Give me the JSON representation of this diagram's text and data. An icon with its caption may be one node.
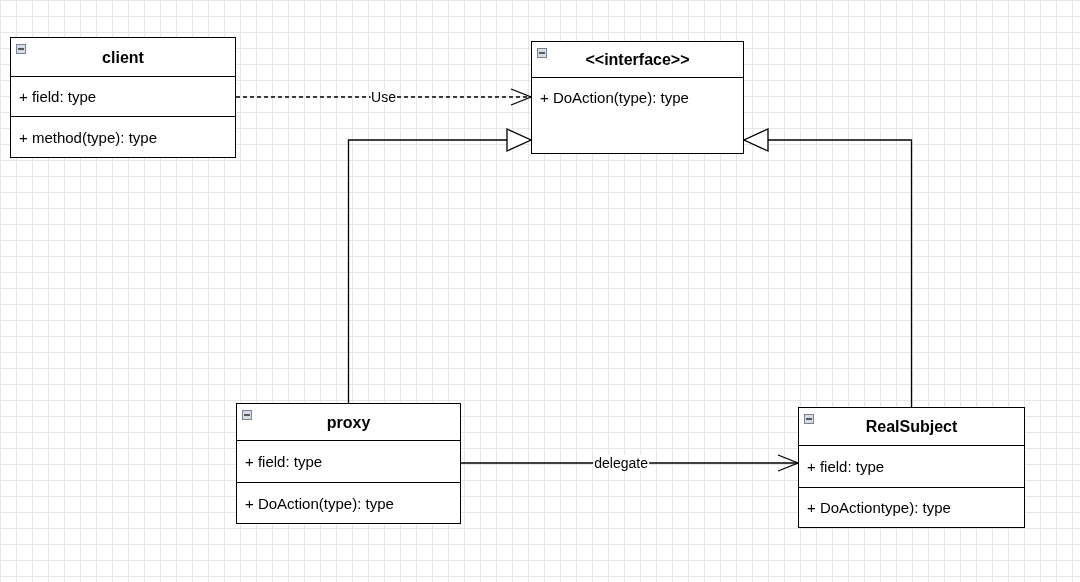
{
  "diagram": {
    "nodes": [
      {
        "text": [
          "client",
          "+ field: type",
          "+ method(type): type"
        ]
      },
      {
        "text": [
          "<<interface>>",
          "+ DoAction(type): type"
        ]
      },
      {
        "text": [
          "proxy",
          "+ field: type",
          "+ DoAction(type): type"
        ]
      },
      {
        "text": [
          "RealSubject",
          "+ field: type",
          "+ DoActiontype): type"
        ]
      }
    ],
    "edges": [
      {
        "from": 0,
        "to": 1,
        "arrow": "to",
        "label": "Use",
        "style": "dashed"
      },
      {
        "from": 2,
        "to": 1,
        "arrow": "to"
      },
      {
        "from": 3,
        "to": 1,
        "arrow": "to"
      },
      {
        "from": 2,
        "to": 3,
        "arrow": "to",
        "label": "delegate"
      }
    ]
  }
}
